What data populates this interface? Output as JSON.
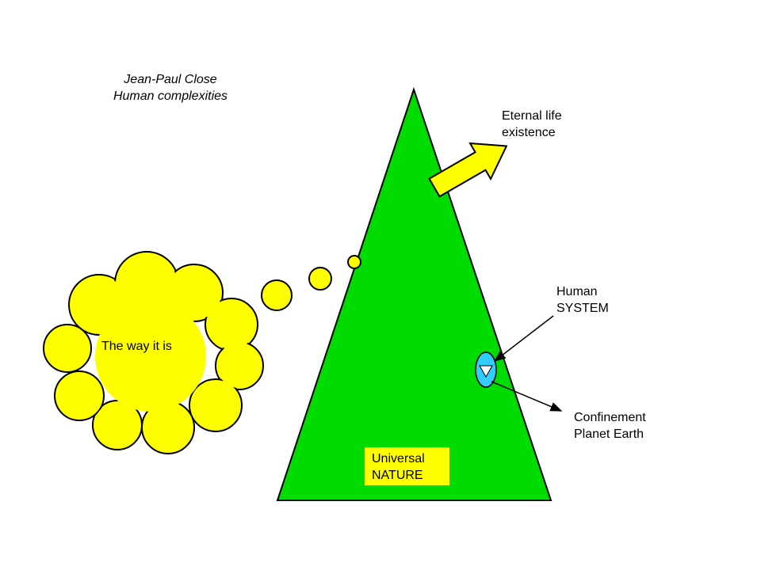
{
  "title": {
    "text": "Jean-Paul Close\nHuman complexities"
  },
  "cloud": {
    "label": "The way it is"
  },
  "labels": {
    "eternal_life": "Eternal life\nexistence",
    "human_system": "Human\nSYSTEM",
    "confinement": "Confinement\nPlanet Earth",
    "universal_nature": "Universal\nNATURE"
  },
  "colors": {
    "background": "#FFFFFF",
    "triangle_green": "#00DC00",
    "yellow": "#FFFF00",
    "ellipse_cyan": "#33CCFF",
    "outline": "#000000"
  }
}
